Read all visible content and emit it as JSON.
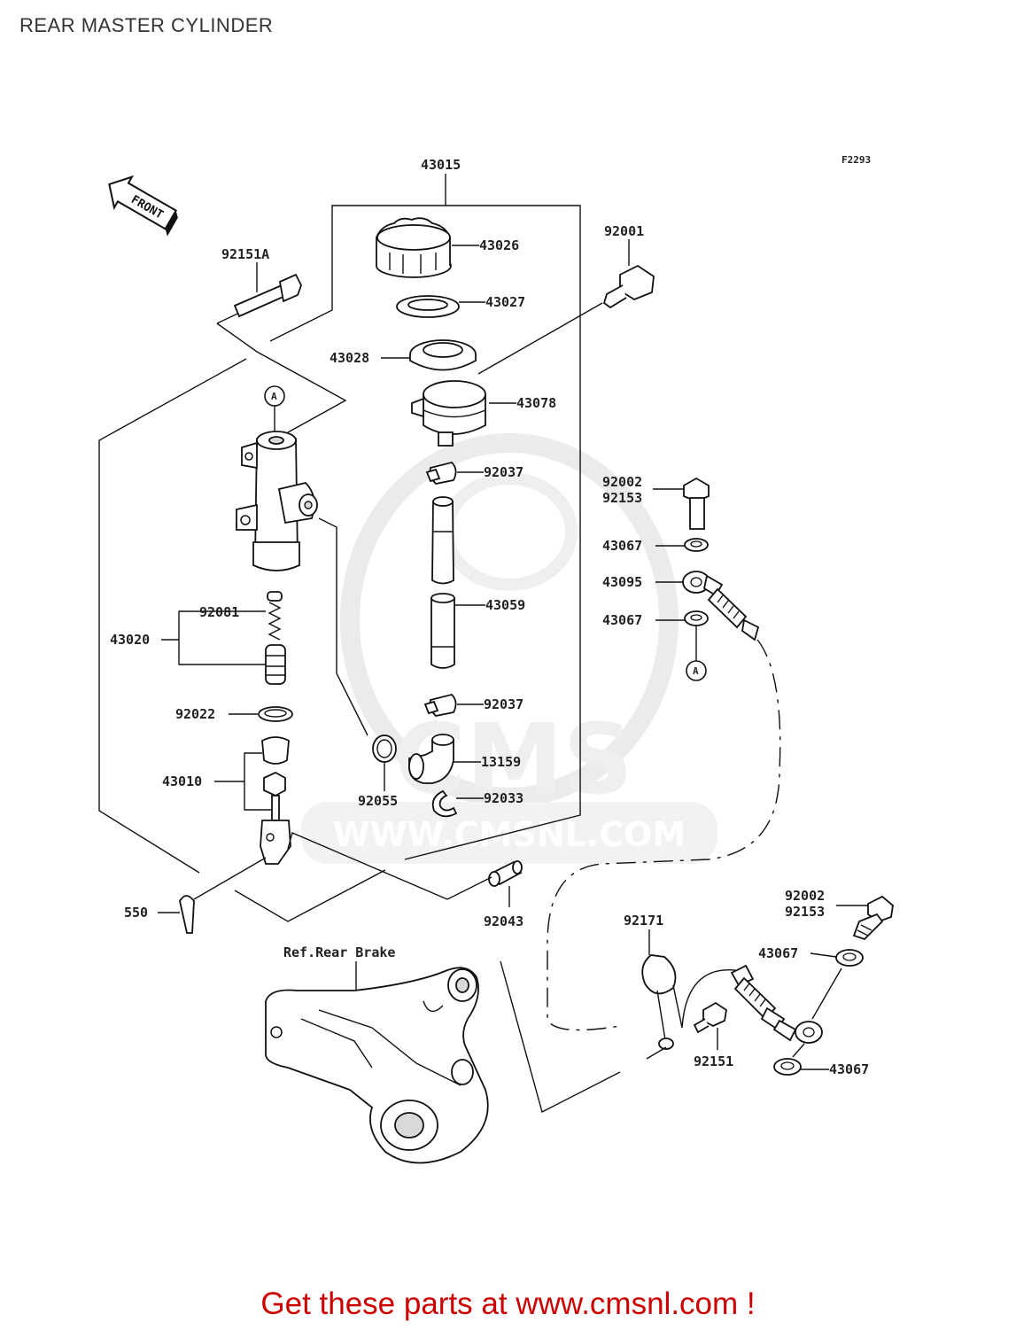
{
  "title": "REAR MASTER CYLINDER",
  "figure_code": "F2293",
  "front_marker": "FRONT",
  "ref_label": "Ref.Rear Brake",
  "watermark": {
    "logo": "CMS",
    "url": "WWW.CMSNL.COM"
  },
  "circle_mark": "A",
  "parts": {
    "p43015": "43015",
    "p43026": "43026",
    "p43027": "43027",
    "p43028": "43028",
    "p43078": "43078",
    "p92037a": "92037",
    "p43059": "43059",
    "p92037b": "92037",
    "p13159": "13159",
    "p92033": "92033",
    "p92055": "92055",
    "p92043": "92043",
    "p92001": "92001",
    "p92151A": "92151A",
    "p43020": "43020",
    "p92081": "92081",
    "p92022": "92022",
    "p43010": "43010",
    "p550": "550",
    "p92002a": "92002",
    "p92153a": "92153",
    "p43067a": "43067",
    "p43095": "43095",
    "p43067b": "43067",
    "p92002b": "92002",
    "p92153b": "92153",
    "p43067c": "43067",
    "p92171": "92171",
    "p92151": "92151",
    "p43067d": "43067"
  },
  "cta": "Get these parts at www.cmsnl.com !",
  "colors": {
    "cta": "#cc0000",
    "ink": "#111111",
    "watermark": "#ececec"
  }
}
